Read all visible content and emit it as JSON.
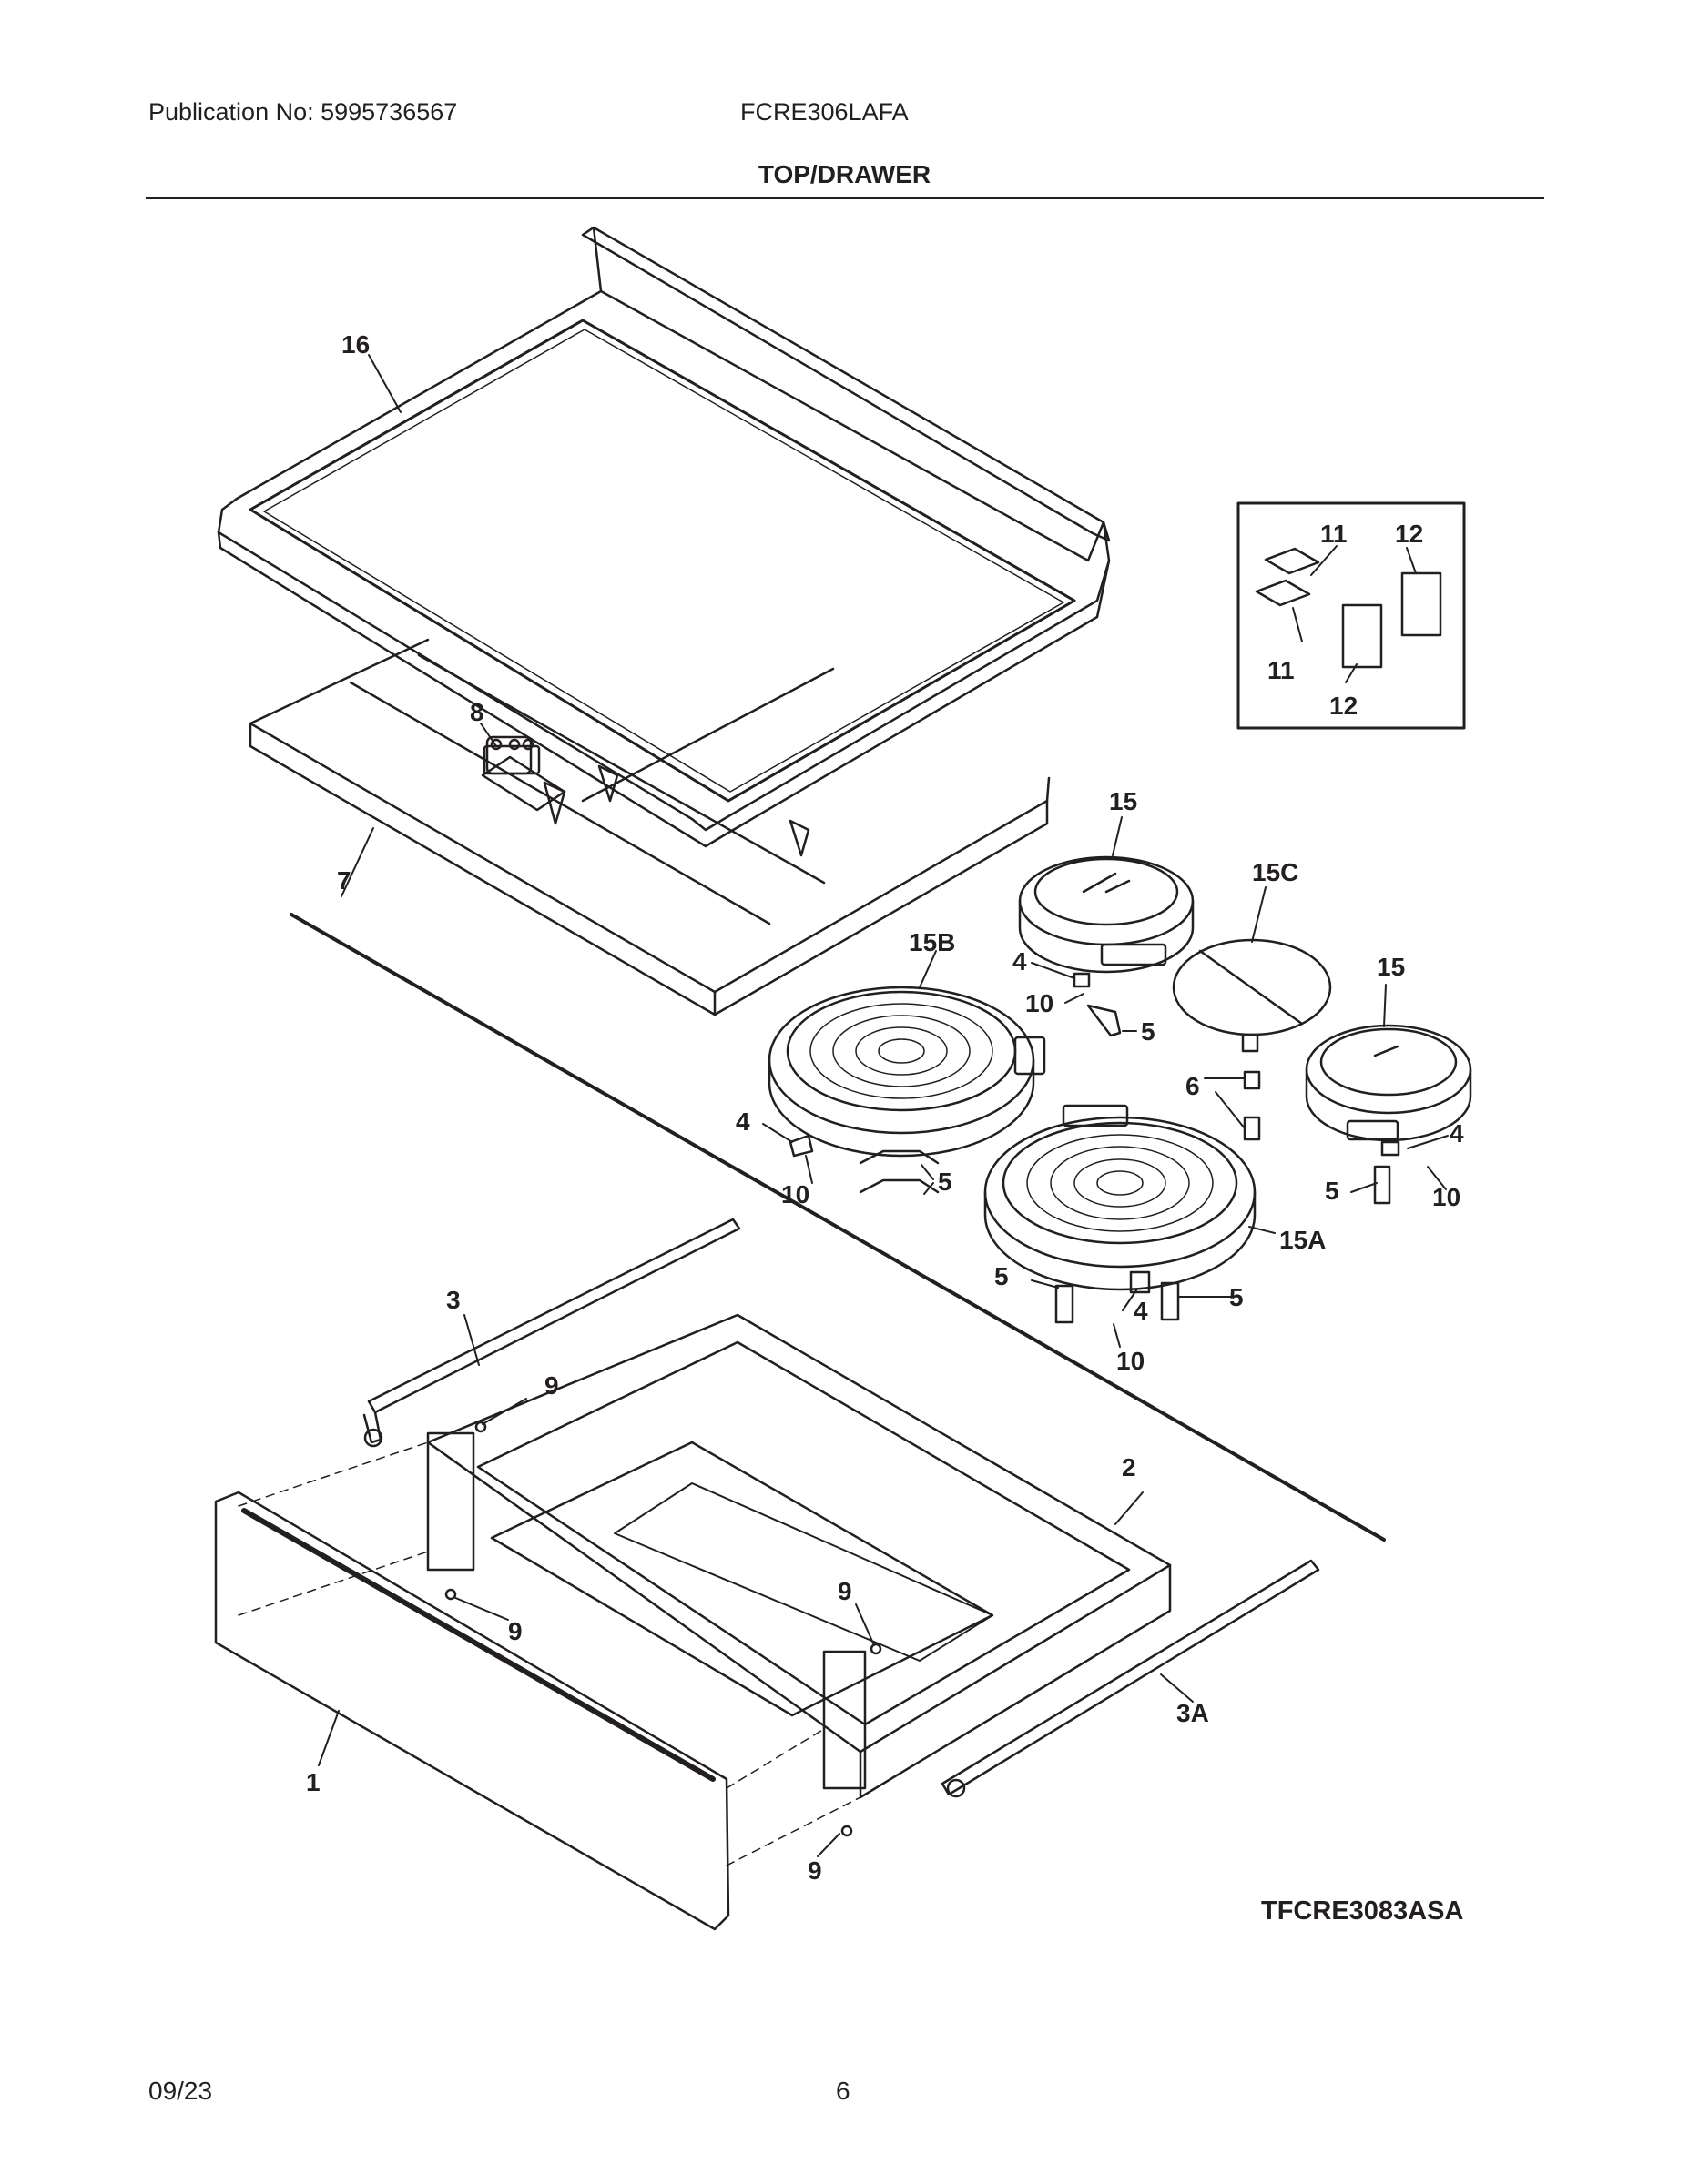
{
  "header": {
    "publication": "Publication No:  5995736567",
    "model": "FCRE306LAFA",
    "title": "TOP/DRAWER"
  },
  "callouts": {
    "c16": "16",
    "c8": "8",
    "c7": "7",
    "c11a": "11",
    "c12a": "12",
    "c11b": "11",
    "c12b": "12",
    "c15a": "15",
    "c15c": "15C",
    "c15b": "15B",
    "c15r": "15",
    "c4a": "4",
    "c10a": "10",
    "c5a": "5",
    "c6": "6",
    "c4b": "4",
    "c10b": "10",
    "c5b": "5",
    "c4c": "4",
    "c5c": "5",
    "c10c": "10",
    "c15A": "15A",
    "c5d": "5",
    "c4d": "4",
    "c5e": "5",
    "c10d": "10",
    "c3": "3",
    "c9a": "9",
    "c2": "2",
    "c9b": "9",
    "c9c": "9",
    "c3A": "3A",
    "c1": "1",
    "c9d": "9"
  },
  "diagram_code": "TFCRE3083ASA",
  "footer": {
    "date": "09/23",
    "page": "6"
  }
}
